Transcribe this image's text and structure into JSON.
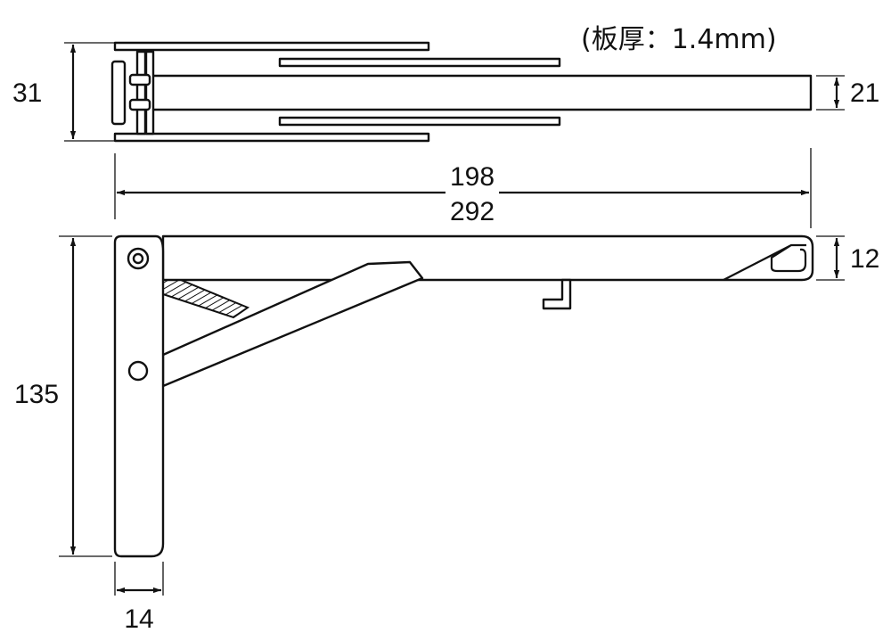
{
  "note": "(板厚：1.4mm)",
  "dimensions": {
    "top_height": "31",
    "arm_thickness": "21",
    "inner_length": "198",
    "total_length": "292",
    "lip_height": "12",
    "leg_height": "135",
    "leg_width": "14"
  }
}
